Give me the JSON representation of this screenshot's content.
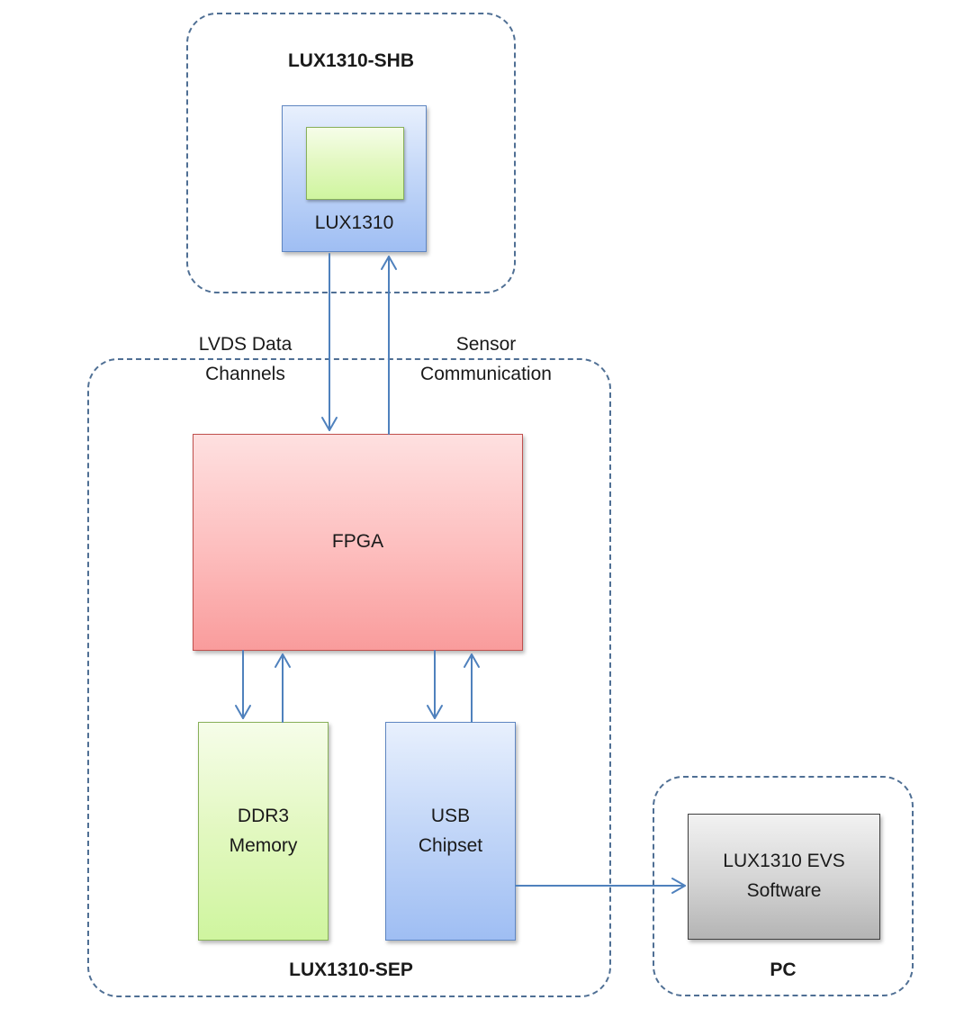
{
  "groups": {
    "shb": "LUX1310-SHB",
    "sep": "LUX1310-SEP",
    "pc": "PC"
  },
  "blocks": {
    "sensor": "LUX1310",
    "fpga": "FPGA",
    "ddr3": "DDR3\nMemory",
    "usb": "USB\nChipset",
    "software": "LUX1310 EVS\nSoftware"
  },
  "connections": {
    "lvds": "LVDS Data\nChannels",
    "sensor_comm": "Sensor\nCommunication"
  },
  "colors": {
    "dashed_border": "#4f6f94",
    "arrow": "#4f81bd",
    "blue_fill": "#c5d8f8",
    "green_fill": "#e2f8c0",
    "red_fill": "#fdbdbd",
    "gray_fill": "#d3d3d3"
  }
}
